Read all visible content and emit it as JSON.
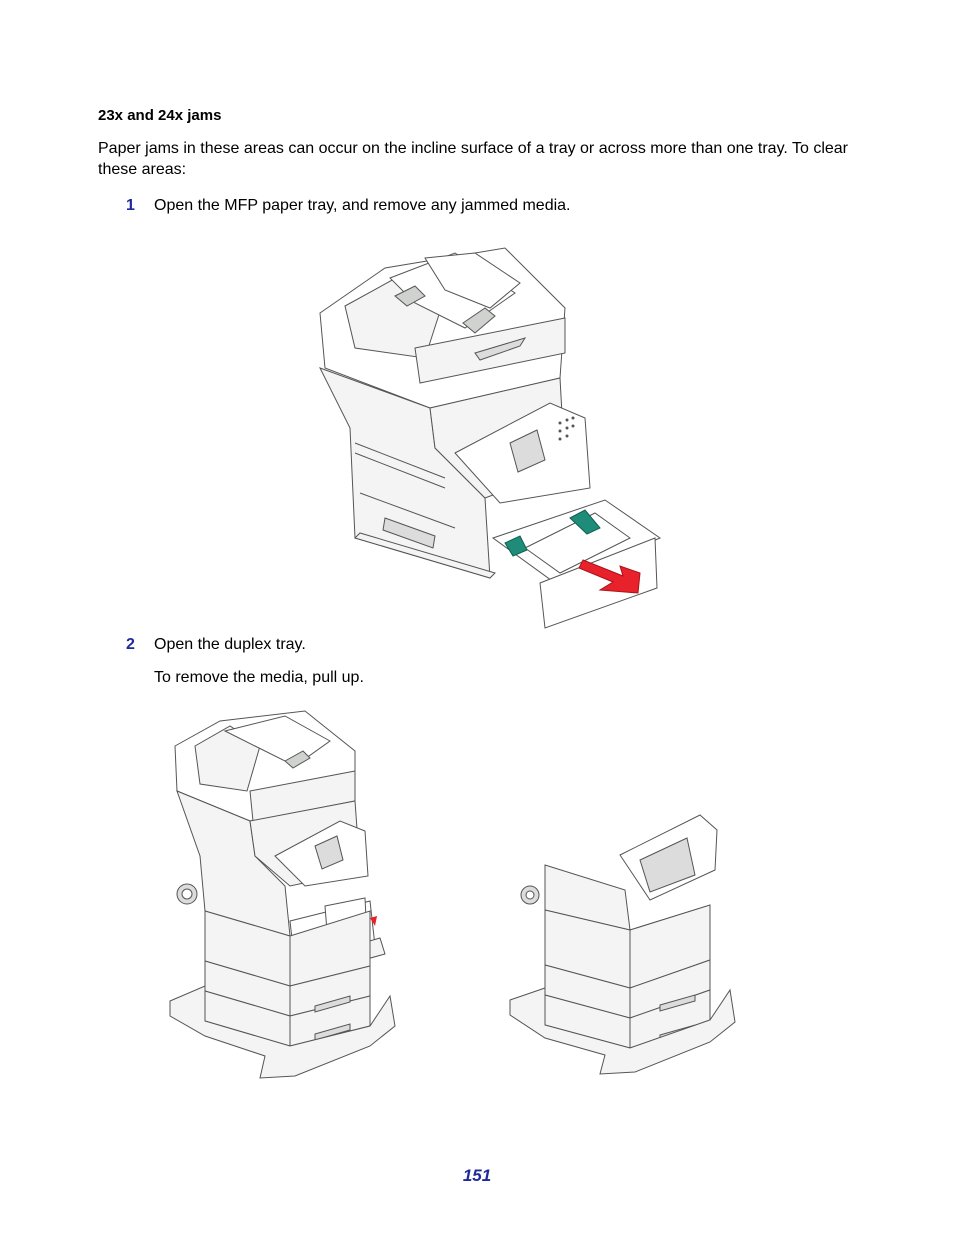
{
  "section": {
    "heading": "23x and 24x jams",
    "intro": "Paper jams in these areas can occur on the incline surface of a tray or across more than one tray. To clear these areas:"
  },
  "steps": [
    {
      "number": "1",
      "text": "Open the MFP paper tray, and remove any jammed media."
    },
    {
      "number": "2",
      "text": "Open the duplex tray.",
      "subtext": "To remove the media, pull up."
    }
  ],
  "figures": {
    "fig1_icon": "mfp-tray-open-illustration",
    "fig2_icon": "mfp-duplex-open-illustration",
    "fig3_icon": "mfp-duplex-pull-up-illustration",
    "arrow_color": "#e8212b",
    "latch_color": "#1e8c78"
  },
  "footer": {
    "page_number": "151"
  }
}
